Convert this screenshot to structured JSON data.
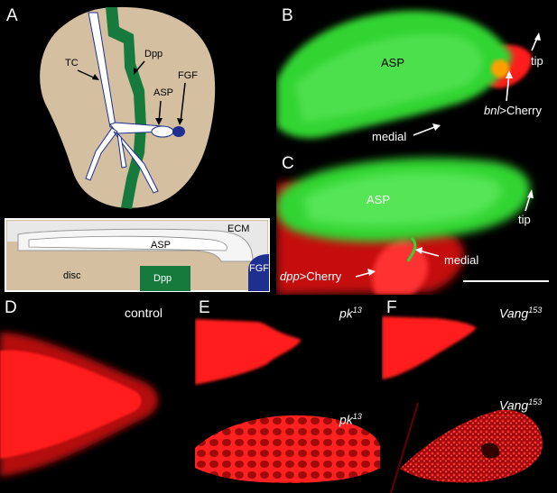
{
  "figure": {
    "panels": {
      "A": {
        "label": "A",
        "schematic_labels": {
          "tc": "TC",
          "dpp": "Dpp",
          "asp": "ASP",
          "fgf": "FGF"
        },
        "section_labels": {
          "ecm": "ECM",
          "asp": "ASP",
          "disc": "disc",
          "dpp": "Dpp",
          "fgf": "FGF"
        }
      },
      "B": {
        "label": "B",
        "asp": "ASP",
        "tip": "tip",
        "medial": "medial",
        "reporter_gene": "bnl",
        "reporter_suffix": ">Cherry"
      },
      "C": {
        "label": "C",
        "asp": "ASP",
        "tip": "tip",
        "medial": "medial",
        "reporter_gene": "dpp",
        "reporter_suffix": ">Cherry"
      },
      "D": {
        "label": "D",
        "condition": "control"
      },
      "E": {
        "label": "E",
        "genotype_top": "pk",
        "allele_top": "13",
        "genotype_bottom": "pk",
        "allele_bottom": "13"
      },
      "F": {
        "label": "F",
        "genotype_top": "Vang",
        "allele_top": "153",
        "genotype_bottom": "Vang",
        "allele_bottom": "153"
      }
    },
    "colors": {
      "gfp": "#33d433",
      "cherry": "#ff1a1a",
      "tissue": "#d4c0a0",
      "dpp_stripe": "#157a3c",
      "fgf": "#1e2f8f"
    }
  }
}
